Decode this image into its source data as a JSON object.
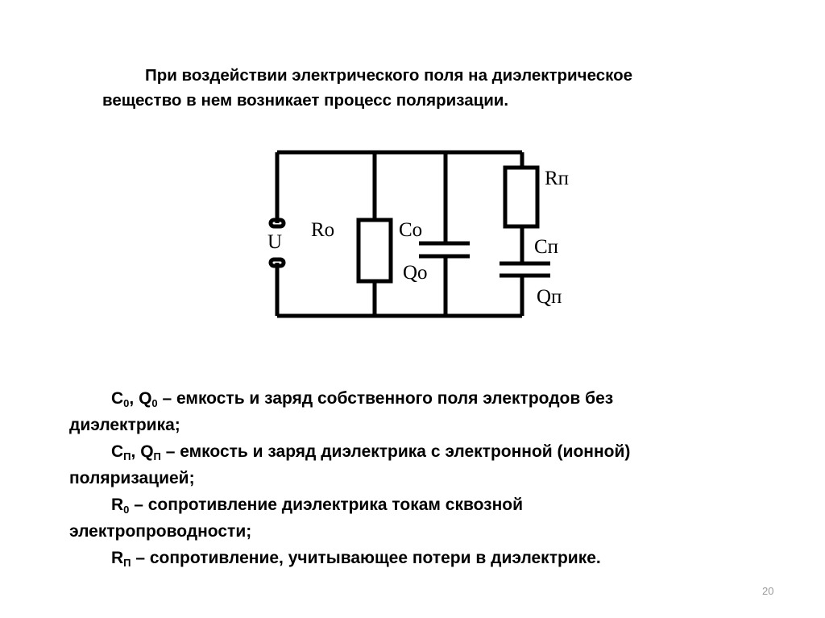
{
  "intro": {
    "line1": "При воздействии электрического поля на диэлектрическое",
    "line2": "вещество в нем возникает процесс поляризации."
  },
  "circuit": {
    "labels": {
      "U": "U",
      "R0": "Ro",
      "C0": "Co",
      "Q0": "Qo",
      "Rp": "Rп",
      "Cp": "Cп",
      "Qp": "Qп"
    }
  },
  "legend": [
    {
      "sym1": "C",
      "sub1": "0",
      "sep": ", ",
      "sym2": "Q",
      "sub2": "0",
      "text": " – емкость и заряд собственного поля электродов без",
      "cont": "диэлектрика;"
    },
    {
      "sym1": "C",
      "sub1": "П",
      "sep": ", ",
      "sym2": "Q",
      "sub2": "П",
      "text": " – емкость и заряд диэлектрика с электронной (ионной)",
      "cont": "поляризацией;"
    },
    {
      "sym1": "R",
      "sub1": "0",
      "text": " – сопротивление диэлектрика токам сквозной",
      "cont": "электропроводности;"
    },
    {
      "sym1": "R",
      "sub1": "П",
      "text": " – сопротивление, учитывающее потери в диэлектрике."
    }
  ],
  "page_number": "20"
}
